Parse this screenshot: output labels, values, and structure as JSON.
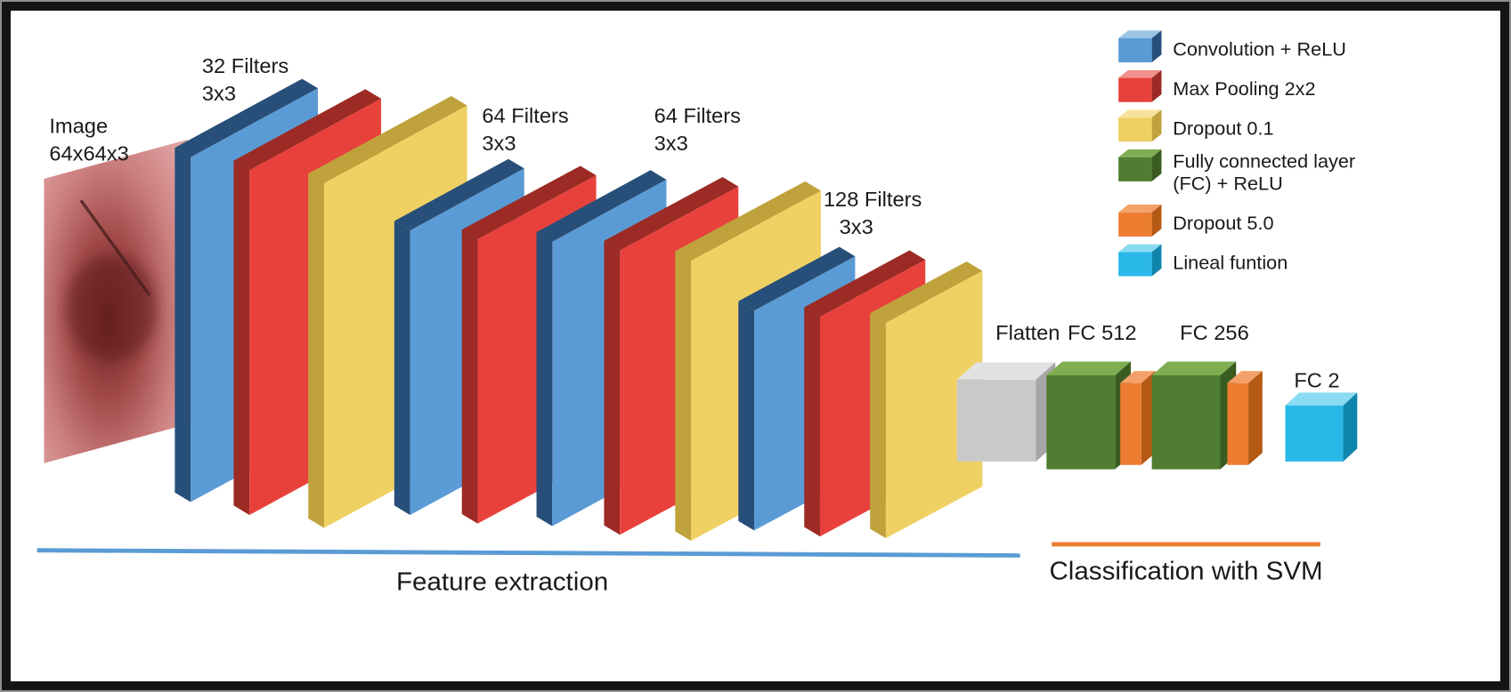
{
  "input": {
    "label_line1": "Image",
    "label_line2": "64x64x3"
  },
  "groups": [
    {
      "label_line1": "32 Filters",
      "label_line2": "3x3"
    },
    {
      "label_line1": "64 Filters",
      "label_line2": "3x3"
    },
    {
      "label_line1": "64 Filters",
      "label_line2": "3x3"
    },
    {
      "label_line1": "128 Filters",
      "label_line2": "3x3"
    }
  ],
  "flatten": {
    "label": "Flatten"
  },
  "fc": {
    "fc1": "FC 512",
    "fc2": "FC 256",
    "fc3": "FC 2"
  },
  "sections": {
    "feature": {
      "label": "Feature extraction",
      "color": "#5b9bd5"
    },
    "svm": {
      "label": "Classification with SVM",
      "color": "#ed7d31"
    }
  },
  "legend": {
    "items": [
      {
        "label": "Convolution + ReLU",
        "color": "#5b9bd5"
      },
      {
        "label": "Max Pooling 2x2",
        "color": "#e8413c"
      },
      {
        "label": "Dropout 0.1",
        "color": "#efd163"
      },
      {
        "line1": "Fully connected layer",
        "line2": "(FC) + ReLU",
        "color": "#4f7d31"
      },
      {
        "label": "Dropout 5.0",
        "color": "#ed7d31"
      },
      {
        "label": "Lineal funtion",
        "color": "#2ab8e8"
      }
    ]
  },
  "palette": {
    "conv_front": "#5b9bd5",
    "conv_side": "#274f79",
    "conv_light": "#9dc3e6",
    "pool_front": "#e8413c",
    "pool_side": "#9b2b24",
    "pool_light": "#f1908c",
    "drop_front": "#efd163",
    "drop_side": "#bfa23c",
    "drop_light": "#f6e39b",
    "fc_front": "#4f7d31",
    "fc_top": "#7fae52",
    "fc_side": "#3a5c20",
    "orange_front": "#ed7d31",
    "orange_top": "#f4a169",
    "orange_side": "#b55a14",
    "cyan_front": "#2ab8e8",
    "cyan_top": "#8adbf2",
    "cyan_side": "#0f85ad",
    "flatten_front": "#c9c9c9",
    "flatten_top": "#e2e2e2",
    "flatten_side": "#a6a6a6",
    "image_side": "#b07a7a",
    "text": "#1a1a1a"
  }
}
